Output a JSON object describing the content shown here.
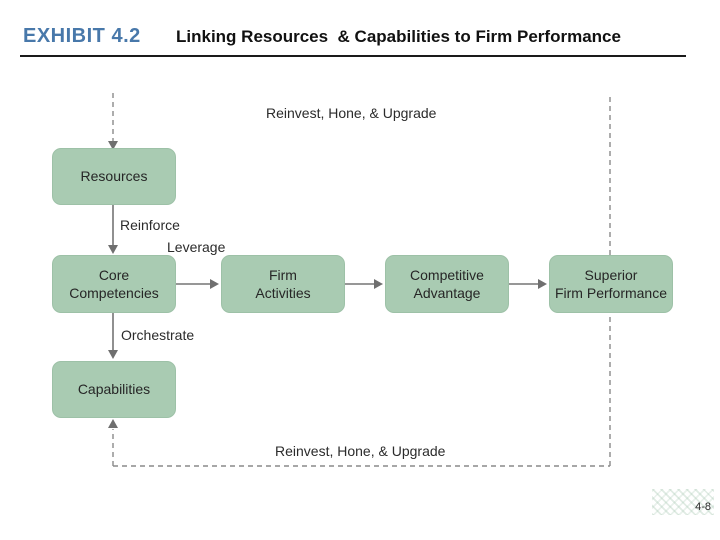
{
  "header": {
    "exhibit_label": "EXHIBIT 4.2",
    "title": "Linking Resources  & Capabilities to Firm Performance",
    "accent_color": "#4878aa"
  },
  "diagram": {
    "nodes": {
      "resources": {
        "label": "Resources"
      },
      "core_competencies": {
        "label": "Core\nCompetencies"
      },
      "capabilities": {
        "label": "Capabilities"
      },
      "firm_activities": {
        "label": "Firm\nActivities"
      },
      "competitive_advantage": {
        "label": "Competitive\nAdvantage"
      },
      "superior_firm_performance": {
        "label": "Superior\nFirm Performance"
      }
    },
    "edge_labels": {
      "reinforce": "Reinforce",
      "leverage": "Leverage",
      "orchestrate": "Orchestrate",
      "feedback_top": "Reinvest, Hone, & Upgrade",
      "feedback_bottom": "Reinvest, Hone, & Upgrade"
    },
    "colors": {
      "box_fill": "#a9cbb2",
      "box_border": "#9dc1a7",
      "solid_line": "#757575",
      "dashed_line": "#8a8a8a",
      "text": "#262626"
    }
  },
  "footer": {
    "page_number": "4-8"
  }
}
